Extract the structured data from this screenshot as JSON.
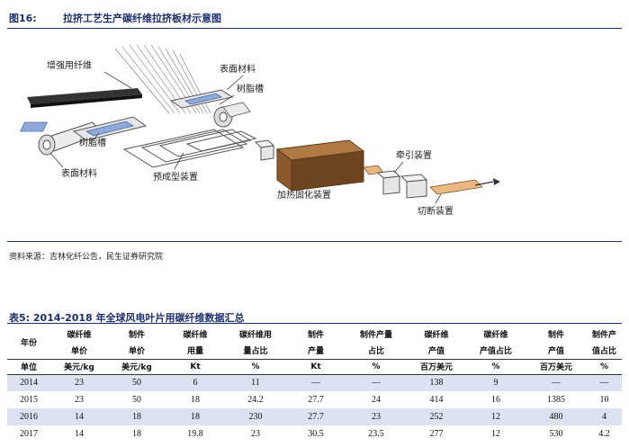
{
  "figure": {
    "number": "图16:",
    "title": "拉挤工艺生产碳纤维拉挤板材示意图",
    "labels": {
      "reinforcing_fiber": "增强用纤维",
      "surface_material_top": "表面材料",
      "resin_tank_top": "树脂槽",
      "resin_tank_left": "树脂槽",
      "surface_material_bottom": "表面材料",
      "preforming_device": "预成型装置",
      "heating_curing_device": "加热固化装置",
      "pulling_device": "牵引装置",
      "cutting_device": "切断装置"
    }
  },
  "source": "资料来源：吉林化纤公告，民生证券研究院",
  "table": {
    "caption": "表5: 2014-2018 年全球风电叶片用碳纤维数据汇总",
    "year_header": "年份",
    "columns": [
      {
        "line1": "碳纤维",
        "line2": "单价"
      },
      {
        "line1": "制件",
        "line2": "单价"
      },
      {
        "line1": "碳纤维",
        "line2": "用量"
      },
      {
        "line1": "碳纤维用",
        "line2": "量占比"
      },
      {
        "line1": "制件",
        "line2": "产量"
      },
      {
        "line1": "制件产量",
        "line2": "占比"
      },
      {
        "line1": "碳纤维",
        "line2": "产值"
      },
      {
        "line1": "碳纤维",
        "line2": "产值占比"
      },
      {
        "line1": "制件",
        "line2": "产值"
      },
      {
        "line1": "制件产",
        "line2": "值占比"
      }
    ],
    "unit_label": "单位",
    "units": [
      "美元/kg",
      "美元/kg",
      "Kt",
      "%",
      "Kt",
      "%",
      "百万美元",
      "%",
      "百万美元",
      "%"
    ],
    "rows": [
      {
        "year": "2014",
        "cells": [
          "23",
          "50",
          "6",
          "11",
          "—",
          "—",
          "138",
          "9",
          "—",
          "—"
        ]
      },
      {
        "year": "2015",
        "cells": [
          "23",
          "50",
          "18",
          "24.2",
          "27.7",
          "24",
          "414",
          "16",
          "1385",
          "10"
        ]
      },
      {
        "year": "2016",
        "cells": [
          "14",
          "18",
          "18",
          "230",
          "27.7",
          "23",
          "252",
          "12",
          "480",
          "4"
        ]
      },
      {
        "year": "2017",
        "cells": [
          "14",
          "18",
          "19.8",
          "23",
          "30.5",
          "23.5",
          "277",
          "12",
          "530",
          "4.2"
        ]
      }
    ]
  }
}
